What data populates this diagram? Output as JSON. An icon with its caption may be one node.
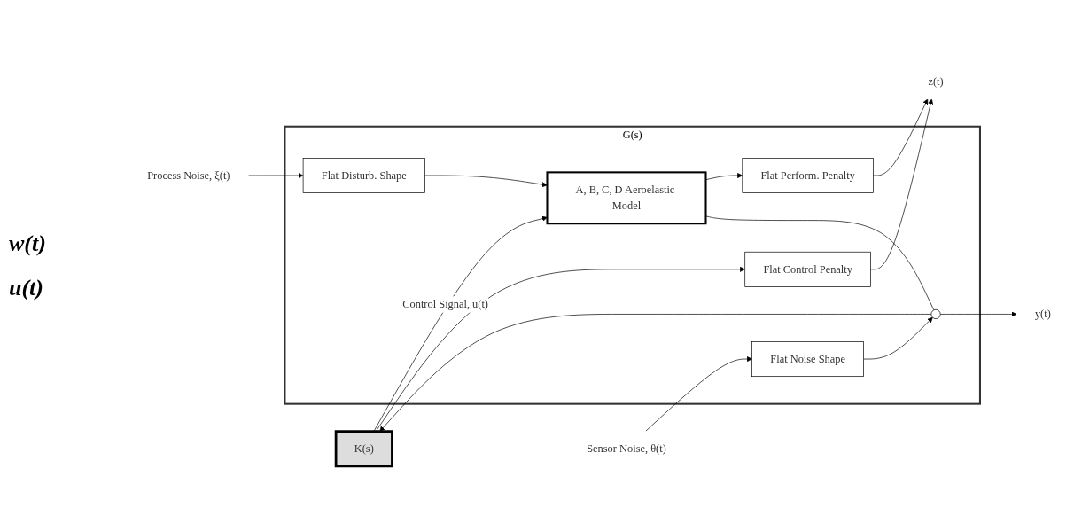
{
  "diagram": {
    "nodes": [
      {
        "text": [
          "G(s)"
        ]
      },
      {
        "text": [
          "Flat Control Penalty"
        ],
        "in": 0
      },
      {
        "text": [
          "Process Noise, ξ(t)"
        ]
      },
      {
        "text": [
          "Flat Disturb. Shape"
        ],
        "in": 0
      },
      {
        "text": [
          "A, B, C, D Aeroelastic Model"
        ],
        "in": 0
      },
      {
        "text": [
          "Flat Perform. Penalty"
        ],
        "in": 0
      },
      {
        "text": [
          "Sensor Noise, θ(t)"
        ]
      },
      {
        "text": [],
        "shape": "circle",
        "in": 0
      },
      {
        "text": [
          "Flat Noise Shape"
        ],
        "in": 0
      },
      {
        "text": [
          "z(t)"
        ]
      },
      {
        "text": [
          "y(t)"
        ]
      },
      {
        "text": [
          "K(s)"
        ]
      }
    ],
    "edges": [
      {
        "from": 2,
        "to": 3,
        "arrow": "to"
      },
      {
        "from": 3,
        "to": 4,
        "arrow": "to"
      },
      {
        "from": 11,
        "to": 4,
        "arrow": "to",
        "label": "Control Signal, u(t)"
      },
      {
        "from": 11,
        "to": 1,
        "arrow": "to"
      },
      {
        "from": 4,
        "to": 5,
        "arrow": "to"
      },
      {
        "from": 4,
        "to": 7,
        "arrow": "none"
      },
      {
        "from": 8,
        "to": 7,
        "arrow": "to"
      },
      {
        "from": 6,
        "to": 8,
        "arrow": "to"
      },
      {
        "from": 1,
        "to": 9,
        "arrow": "to"
      },
      {
        "from": 5,
        "to": 9,
        "arrow": "to"
      },
      {
        "from": 7,
        "to": 10,
        "arrow": "to"
      },
      {
        "from": 7,
        "to": 11,
        "arrow": "to"
      }
    ],
    "labels": [
      "w(t)",
      "u(t)"
    ]
  }
}
